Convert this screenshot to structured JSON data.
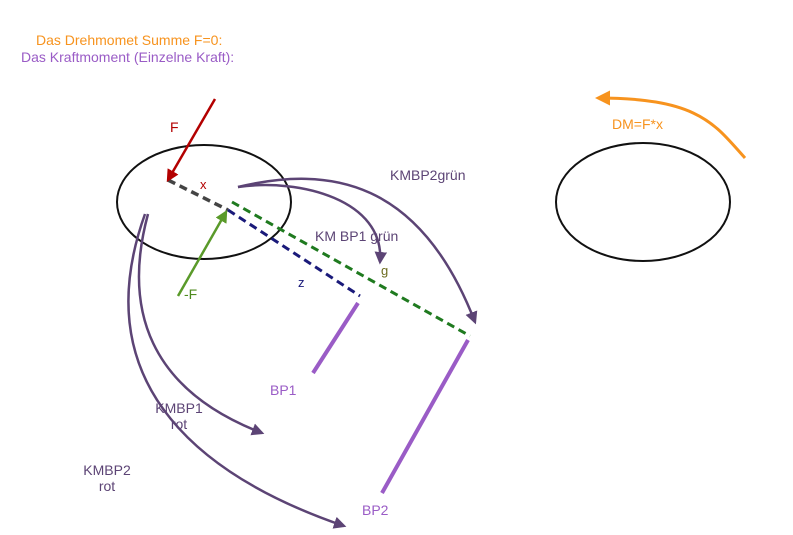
{
  "title_sum": "Das Drehmomet Summe F=0:",
  "title_moment": "Das Kraftmoment (Einzelne Kraft):",
  "labels": {
    "F": "F",
    "neg_F": "-F",
    "x": "x",
    "z": "z",
    "g": "g",
    "km_bp1_gruen": "KM BP1 grün",
    "kmbp2_gruen": "KMBP2grün",
    "kmbp1_rot": "KMBP1\nrot",
    "kmbp2_rot": "KMBP2\nrot",
    "bp1": "BP1",
    "bp2": "BP2",
    "dm_formula": "DM=F*x"
  },
  "colors": {
    "orange": "#f7931e",
    "purple": "#9a5cc6",
    "dark_purple": "#5c4475",
    "red": "#b30000",
    "green": "#5a9a2a",
    "dashed_green": "#1f7a1f",
    "navy": "#1a1a7a",
    "gray": "#444444"
  }
}
